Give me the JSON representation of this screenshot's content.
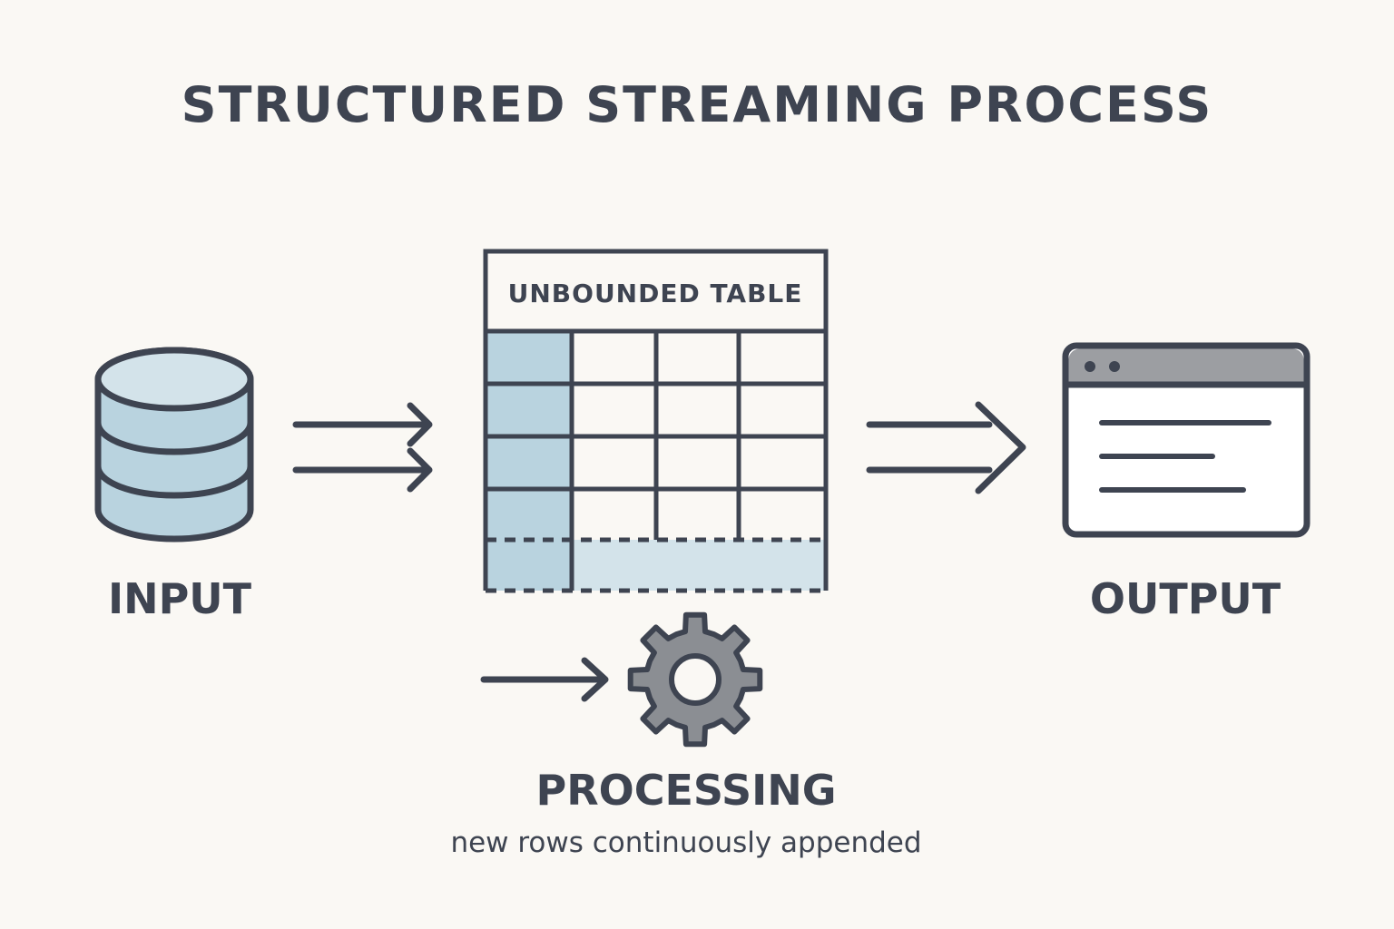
{
  "title": "STRUCTURED STREAMING PROCESS",
  "input": {
    "label": "INPUT"
  },
  "table": {
    "header": "UNBOUNDED TABLE"
  },
  "output": {
    "label": "OUTPUT"
  },
  "processing": {
    "label": "PROCESSING",
    "caption": "new rows continuously appended"
  },
  "colors": {
    "background": "#faf8f4",
    "stroke": "#3e4451",
    "fill_blue": "#b9d3df",
    "fill_blue_light": "#d3e3ea",
    "gear": "#8b8e93",
    "titlebar": "#9c9ea2"
  },
  "icons": {
    "input": "database-icon",
    "processing": "gear-icon",
    "output": "browser-window-icon"
  }
}
